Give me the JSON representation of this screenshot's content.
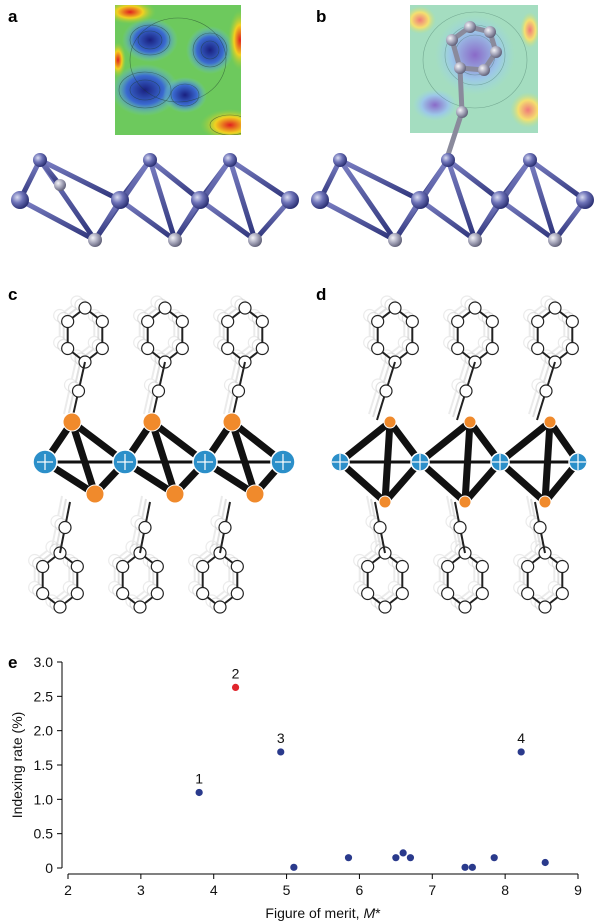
{
  "panels": {
    "a": "a",
    "b": "b",
    "c": "c",
    "d": "d",
    "e": "e"
  },
  "colors": {
    "octahedron_blue": "#3b4490",
    "atom_orange": "#f08a2c",
    "atom_cyan": "#2b8fc9",
    "point_blue": "#2a3a8c",
    "point_red": "#e0252c"
  },
  "chart_data": {
    "type": "scatter",
    "xlabel_main": "Figure of merit, ",
    "xlabel_symbol": "M",
    "xlabel_star": "*",
    "ylabel": "Indexing rate (%)",
    "xlim": [
      2,
      9
    ],
    "ylim": [
      0,
      3.0
    ],
    "xticks": [
      "2",
      "3",
      "4",
      "5",
      "6",
      "7",
      "8",
      "9"
    ],
    "yticks": [
      "0",
      "0.5",
      "1.0",
      "1.5",
      "2.0",
      "2.5",
      "3.0"
    ],
    "points": [
      {
        "x": 3.8,
        "y": 1.1,
        "label": "1",
        "color": "#2a3a8c"
      },
      {
        "x": 4.3,
        "y": 2.63,
        "label": "2",
        "color": "#e0252c"
      },
      {
        "x": 4.92,
        "y": 1.69,
        "label": "3",
        "color": "#2a3a8c"
      },
      {
        "x": 8.22,
        "y": 1.69,
        "label": "4",
        "color": "#2a3a8c"
      },
      {
        "x": 5.1,
        "y": 0.01,
        "label": "",
        "color": "#2a3a8c"
      },
      {
        "x": 5.85,
        "y": 0.15,
        "label": "",
        "color": "#2a3a8c"
      },
      {
        "x": 6.5,
        "y": 0.15,
        "label": "",
        "color": "#2a3a8c"
      },
      {
        "x": 6.6,
        "y": 0.22,
        "label": "",
        "color": "#2a3a8c"
      },
      {
        "x": 6.7,
        "y": 0.15,
        "label": "",
        "color": "#2a3a8c"
      },
      {
        "x": 7.45,
        "y": 0.01,
        "label": "",
        "color": "#2a3a8c"
      },
      {
        "x": 7.55,
        "y": 0.01,
        "label": "",
        "color": "#2a3a8c"
      },
      {
        "x": 7.85,
        "y": 0.15,
        "label": "",
        "color": "#2a3a8c"
      },
      {
        "x": 8.55,
        "y": 0.08,
        "label": "",
        "color": "#2a3a8c"
      }
    ]
  }
}
